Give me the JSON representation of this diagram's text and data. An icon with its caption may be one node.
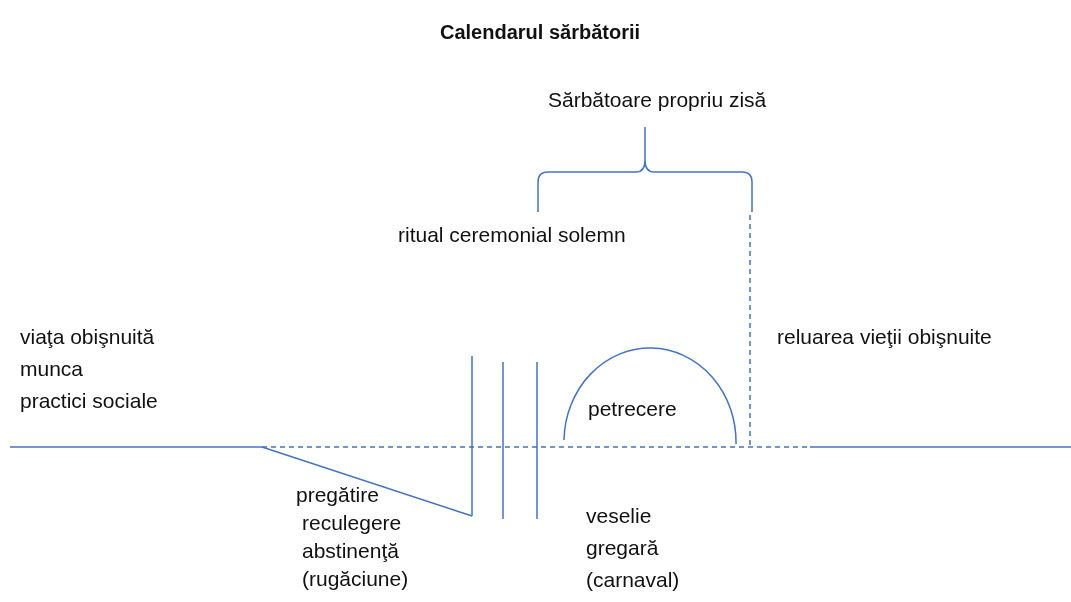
{
  "diagram": {
    "title": "Calendarul sărbătorii",
    "nodes": [
      {
        "text": [
          "petrecere"
        ]
      }
    ],
    "edges": [],
    "labels": [
      "Sărbătoare propriu zisă",
      "ritual ceremonial solemn",
      "viaţa obişnuită",
      "munca",
      "practici sociale",
      "reluarea vieţii obişnuite",
      "pregătire",
      "reculegere",
      "abstinenţă",
      "(rugăciune)",
      "veselie",
      "gregară",
      "(carnaval)"
    ]
  }
}
